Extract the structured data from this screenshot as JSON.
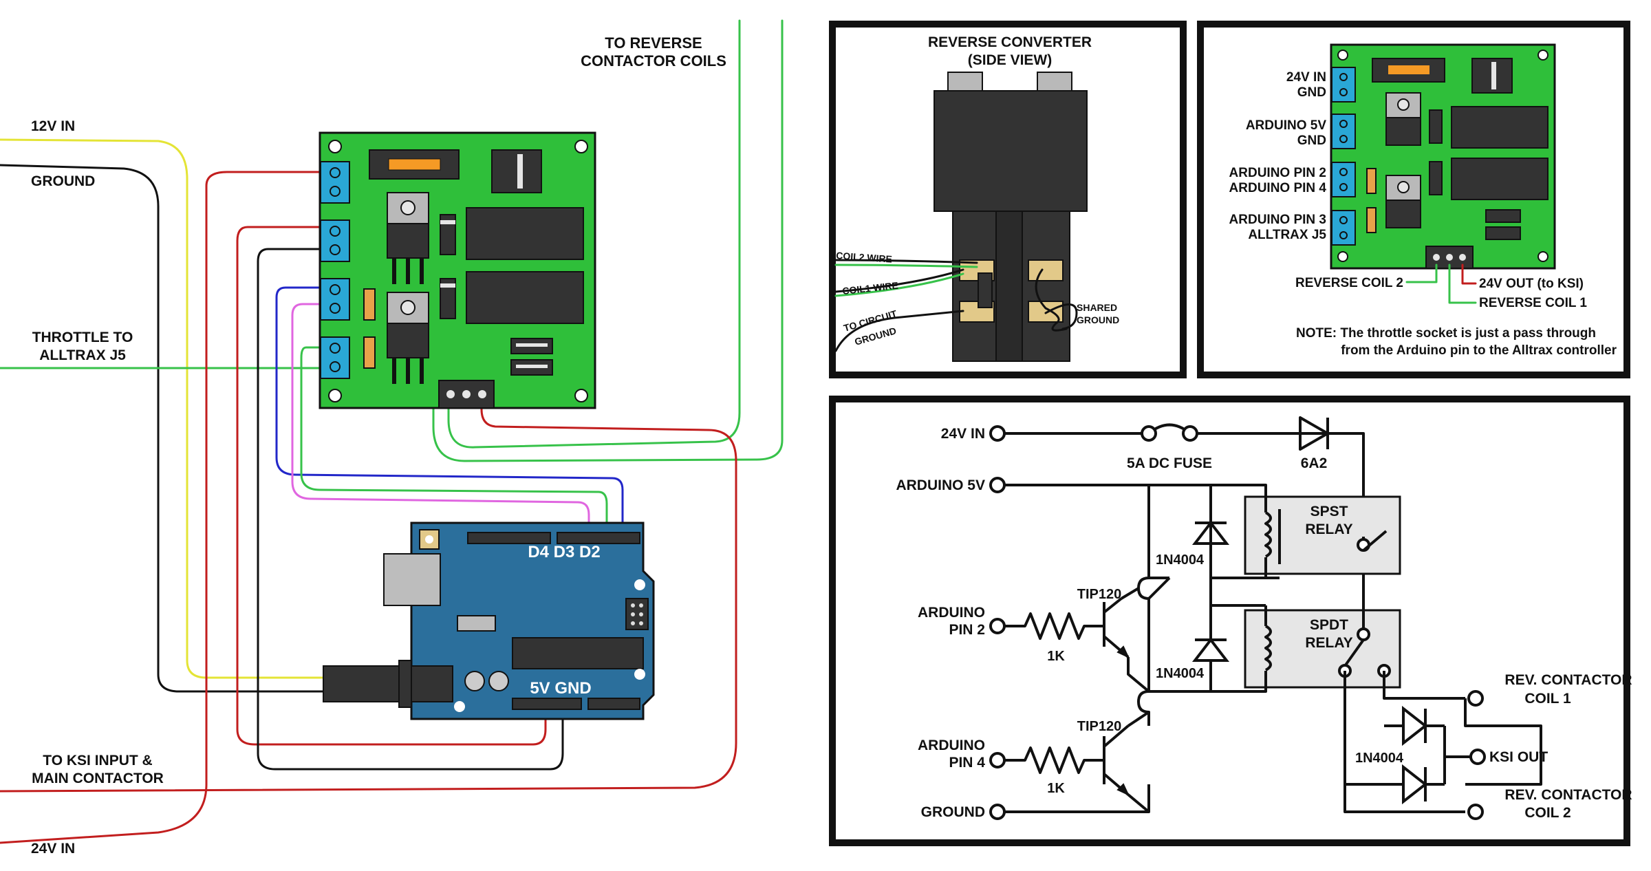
{
  "wiring": {
    "to_reverse_coils": [
      "TO REVERSE",
      "CONTACTOR COILS"
    ],
    "v12_in": "12V IN",
    "ground": "GROUND",
    "throttle": [
      "THROTTLE TO",
      "ALLTRAX J5"
    ],
    "to_ksi": [
      "TO KSI INPUT &",
      "MAIN CONTACTOR"
    ],
    "v24_in": "24V IN",
    "arduino_pins": "D4 D3 D2",
    "arduino_power": "5V GND"
  },
  "converter": {
    "title": [
      "REVERSE CONVERTER",
      "(SIDE VIEW)"
    ],
    "coil2_wire": "COIL2 WIRE",
    "coil1_wire": "COIL1 WIRE",
    "circuit_ground": [
      "TO CIRCUIT",
      "GROUND"
    ],
    "shared_ground": [
      "SHARED",
      "GROUND"
    ]
  },
  "board": {
    "labels": [
      [
        "24V IN",
        "GND"
      ],
      [
        "ARDUINO 5V",
        "GND"
      ],
      [
        "ARDUINO PIN 2",
        "ARDUINO PIN 4"
      ],
      [
        "ARDUINO PIN 3",
        "ALLTRAX J5"
      ]
    ],
    "reverse_coil_2": "REVERSE COIL 2",
    "out_24v": "24V OUT (to KSI)",
    "reverse_coil_1": "REVERSE COIL 1",
    "note": [
      "NOTE: The throttle socket is just a pass through",
      "from the Arduino pin to the Alltrax controller"
    ]
  },
  "schematic": {
    "v24_in": "24V IN",
    "fuse": "5A DC FUSE",
    "diode_main": "6A2",
    "arduino_5v": "ARDUINO 5V",
    "relay1": [
      "SPST",
      "RELAY"
    ],
    "relay2": [
      "SPDT",
      "RELAY"
    ],
    "flyback1": "1N4004",
    "flyback2": "1N4004",
    "tip_top": "TIP120",
    "tip_bottom": "TIP120",
    "pin2": [
      "ARDUINO",
      "PIN 2"
    ],
    "pin4": [
      "ARDUINO",
      "PIN 4"
    ],
    "r1": "1K",
    "r2": "1K",
    "ground": "GROUND",
    "rev_coil1": [
      "REV. CONTACTOR",
      "COIL 1"
    ],
    "ksi_out": "KSI OUT",
    "diode_out": "1N4004",
    "rev_coil2": [
      "REV. CONTACTOR",
      "COIL 2"
    ]
  },
  "colors": {
    "pcb": "#2fbf3a",
    "arduino": "#2b6f9c",
    "terminal": "#2aa7d6",
    "wire_yellow": "#e4e436",
    "wire_red": "#c21e1e",
    "wire_green": "#37c24a",
    "wire_blue": "#2227c9",
    "wire_pink": "#e066e0"
  }
}
